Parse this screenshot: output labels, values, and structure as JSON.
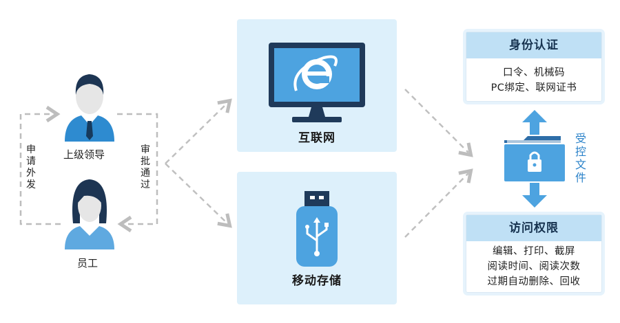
{
  "people": {
    "leader_label": "上级领导",
    "staff_label": "员工",
    "request_label": "申请外发",
    "approve_label": "审批通过"
  },
  "channels": {
    "internet_label": "互联网",
    "mobile_label": "移动存储"
  },
  "auth": {
    "title": "身份认证",
    "lines": [
      "口令、机械码",
      "PC绑定、联网证书"
    ]
  },
  "controlled_file_label": "受控文件",
  "access": {
    "title": "访问权限",
    "lines": [
      "编辑、打印、截屏",
      "阅读时间、阅读次数",
      "过期自动删除、回收"
    ]
  },
  "colors": {
    "panel_bg": "#ddf0fb",
    "accent_blue": "#2a82c9",
    "dark_navy": "#1f3a5a",
    "arrow_gray": "#c0c0c0"
  },
  "icons": [
    "leader-person-icon",
    "staff-person-icon",
    "monitor-ie-icon",
    "usb-drive-icon",
    "locked-folder-icon"
  ]
}
